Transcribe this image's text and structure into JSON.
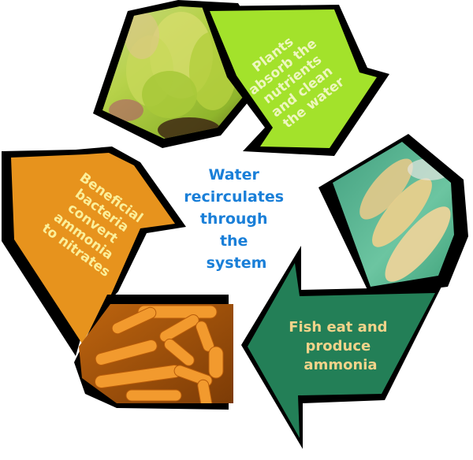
{
  "diagram": {
    "center_text": [
      "Water",
      "recirculates",
      "through",
      "the",
      "system"
    ],
    "center_color": "#1a7fd8",
    "arrows": [
      {
        "name": "plants",
        "lines": [
          "Plants",
          "absorb the",
          "nutrients",
          "and clean",
          "the water"
        ],
        "fill": "#a3e22b",
        "text_color": "#eef6c0"
      },
      {
        "name": "fish",
        "lines": [
          "Fish eat and",
          "produce",
          "ammonia"
        ],
        "fill": "#237f57",
        "text_color": "#f2d38a"
      },
      {
        "name": "bacteria",
        "lines": [
          "Beneficial",
          "bacteria",
          "convert",
          "ammonia",
          "to nitrates"
        ],
        "fill": "#e7931d",
        "text_color": "#fbef9a"
      }
    ],
    "photos": [
      {
        "name": "lettuce-photo",
        "subject": "lettuce plants"
      },
      {
        "name": "fish-photo",
        "subject": "fish in tank"
      },
      {
        "name": "bacteria-photo",
        "subject": "bacteria micrograph"
      }
    ]
  }
}
